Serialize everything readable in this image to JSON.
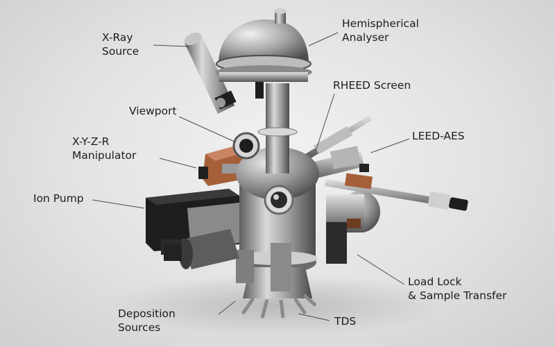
{
  "labels": {
    "xray": [
      "X-Ray",
      "Source"
    ],
    "hemispherical": [
      "Hemispherical",
      "Analyser"
    ],
    "rheed": "RHEED Screen",
    "viewport": "Viewport",
    "leed": "LEED-AES",
    "manipulator": [
      "X-Y-Z-R",
      "Manipulator"
    ],
    "ion_pump": "Ion Pump",
    "load_lock": [
      "Load Lock",
      "& Sample Transfer"
    ],
    "deposition": [
      "Deposition",
      "Sources"
    ],
    "tds": "TDS"
  },
  "colors": {
    "steel_light": "#d8d8d8",
    "steel_dark": "#6e6e6e",
    "pump_black": "#1e1e1e",
    "copper": "#a5603a",
    "leader": "#4a4a4a"
  }
}
